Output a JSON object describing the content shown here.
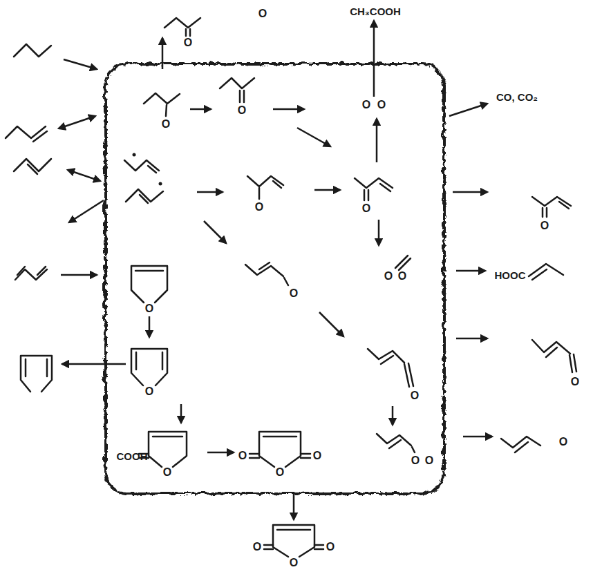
{
  "diagram": {
    "labels": [
      "O",
      "CH₃COOH",
      "CO, CO₂",
      "O",
      "O",
      "O",
      "O",
      "O",
      "O",
      "O",
      "O",
      "O",
      "HOOC",
      "O",
      "O",
      "O",
      "O",
      "O",
      "O",
      "O",
      "O",
      "COOH",
      "O",
      "O",
      "O",
      "O",
      "O",
      "O",
      "O",
      "O"
    ]
  }
}
